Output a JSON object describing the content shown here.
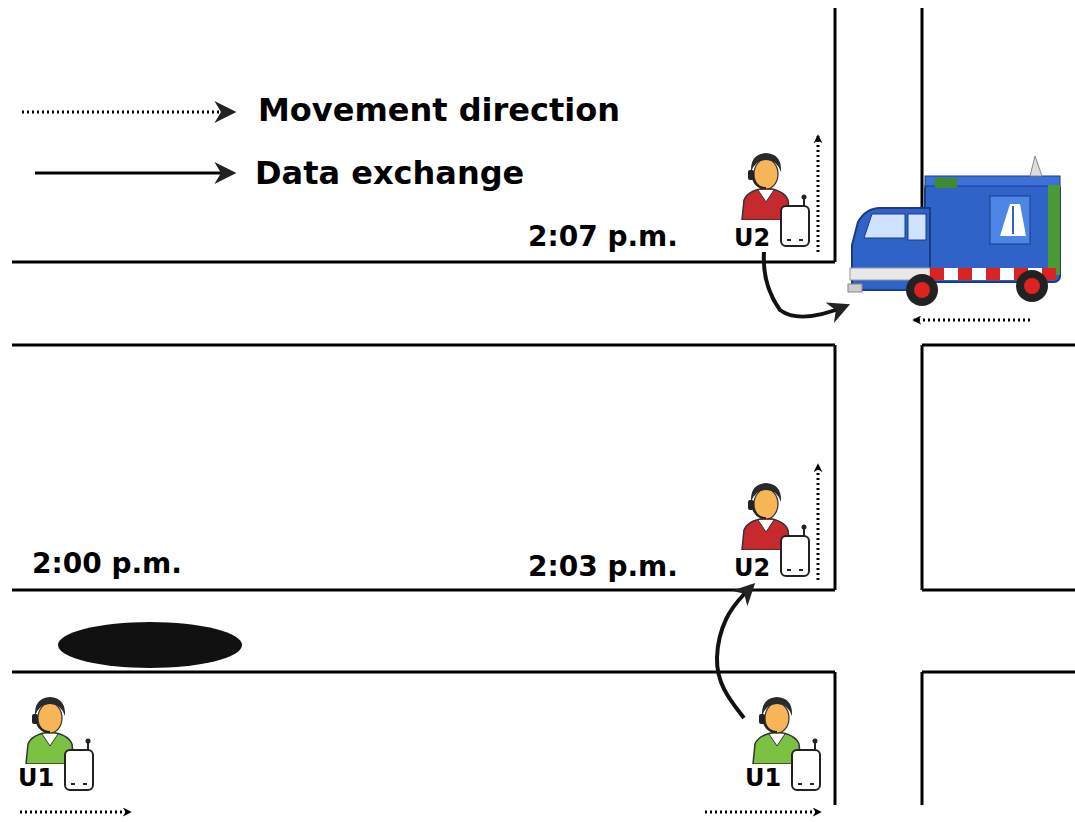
{
  "diagram": {
    "nodes": [
      {
        "text": [
          "U1"
        ]
      },
      {
        "text": [
          "U1"
        ]
      },
      {
        "text": [
          "U2"
        ]
      },
      {
        "text": [
          "U2"
        ]
      }
    ],
    "edges": [
      {
        "from": 1,
        "to": 2,
        "arrow": "to"
      }
    ],
    "labels": [
      "2:00 p.m.",
      "2:03 p.m.",
      "2:07 p.m."
    ],
    "legend": [
      {
        "text": "Movement direction"
      },
      {
        "text": "Data exchange"
      }
    ]
  }
}
